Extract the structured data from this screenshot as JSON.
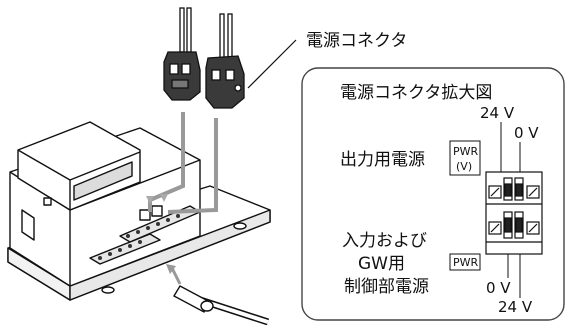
{
  "callout": {
    "label": "電源コネクタ"
  },
  "zoom_panel": {
    "title": "電源コネクタ拡大図",
    "top_voltage": "24 V",
    "top_zero": "0 V",
    "output_label": "出力用電源",
    "pwr_v_line1": "PWR",
    "pwr_v_line2": "(V)",
    "input_label_line1": "入力および",
    "input_label_line2": "GW用",
    "input_label_line3": "制御部電源",
    "pwr_label": "PWR",
    "bottom_zero": "0 V",
    "bottom_voltage": "24 V"
  }
}
